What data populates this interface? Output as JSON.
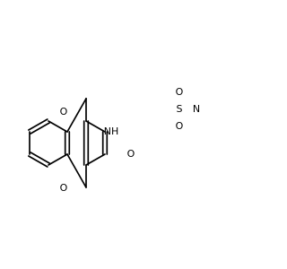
{
  "molecule": {
    "atoms": {
      "o_top": "O",
      "o_bottom": "O",
      "nh": "NH",
      "o_amide": "O",
      "s": "S",
      "o_s_top": "O",
      "o_s_bottom": "O",
      "n_sulfonamide": "N"
    }
  },
  "colors": {
    "bond": "#000000",
    "oxygen": "#ff0000",
    "nitrogen": "#0000ff",
    "sulfur": "#cccc00"
  }
}
